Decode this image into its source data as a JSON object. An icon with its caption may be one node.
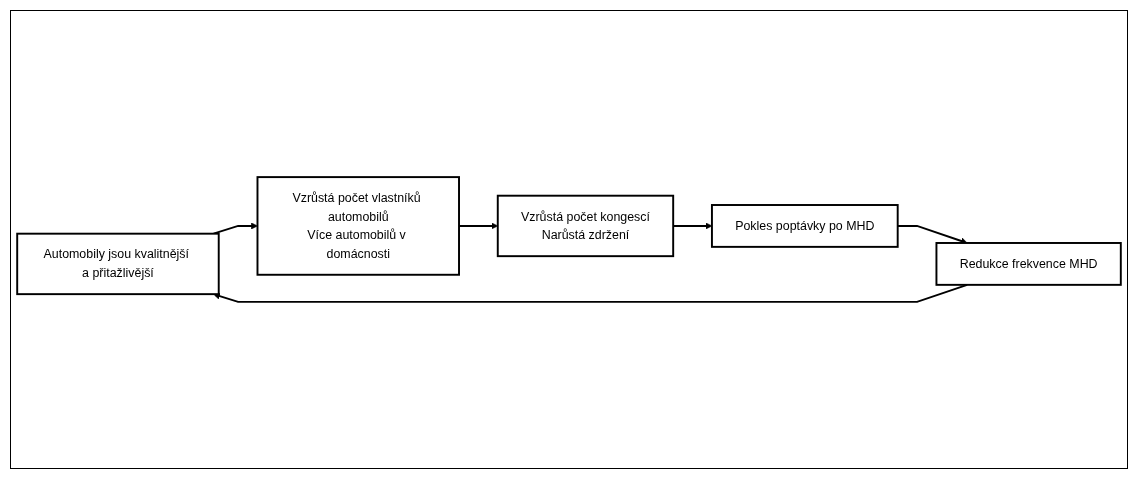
{
  "diagram": {
    "nodes": [
      {
        "text": [
          "Automobily jsou kvalitnější a přitažlivější"
        ]
      },
      {
        "text": [
          "Vzrůstá počet vlastníků automobilů",
          "Více automobilů v domácnosti"
        ]
      },
      {
        "text": [
          "Vzrůstá počet kongescí",
          "Narůstá zdržení"
        ]
      },
      {
        "text": [
          "Pokles poptávky po MHD"
        ]
      },
      {
        "text": [
          "Redukce frekvence MHD"
        ]
      }
    ],
    "edges": [
      {
        "from": 0,
        "to": 1,
        "arrow": "to"
      },
      {
        "from": 1,
        "to": 2,
        "arrow": "to"
      },
      {
        "from": 2,
        "to": 3,
        "arrow": "to"
      },
      {
        "from": 3,
        "to": 4,
        "arrow": "to"
      },
      {
        "from": 4,
        "to": 0,
        "arrow": "to"
      }
    ]
  }
}
